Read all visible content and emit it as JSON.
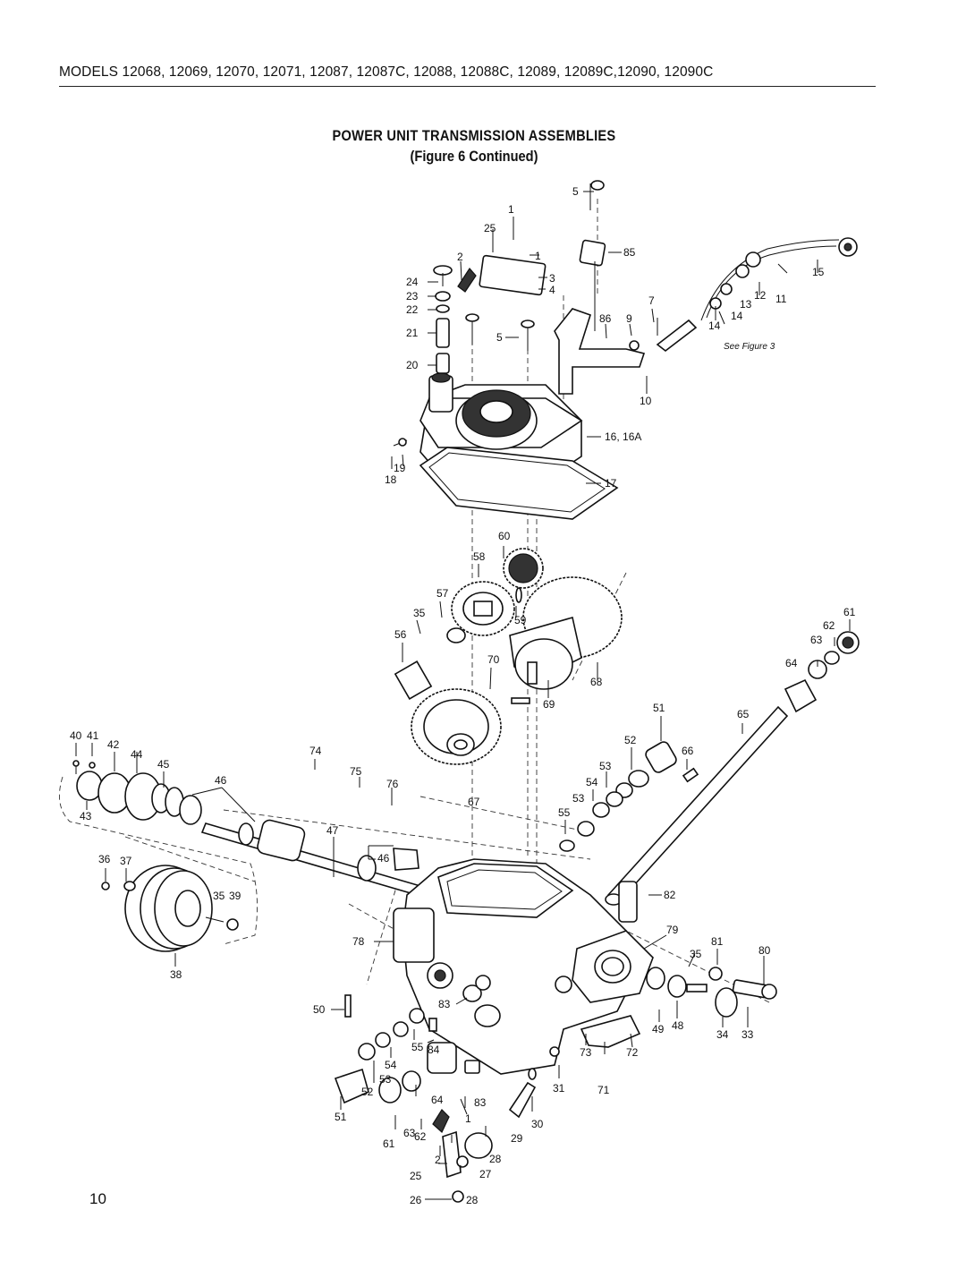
{
  "header": {
    "models": "MODELS 12068, 12069, 12070, 12071, 12087, 12087C, 12088, 12088C, 12089, 12089C,12090, 12090C"
  },
  "figure": {
    "title": "POWER UNIT TRANSMISSION ASSEMBLIES",
    "subtitle": "(Figure 6 Continued)",
    "note_see_figure": "See Figure 3"
  },
  "callouts": {
    "c1": "1",
    "c1b": "1",
    "c1c": "1",
    "c2": "2",
    "c2b": "2",
    "c3": "3",
    "c4": "4",
    "c5": "5",
    "c5b": "5",
    "c7": "7",
    "c9": "9",
    "c10": "10",
    "c11": "11",
    "c12": "12",
    "c13": "13",
    "c14": "14",
    "c14b": "14",
    "c15": "15",
    "c16": "16, 16A",
    "c17": "17",
    "c18": "18",
    "c19": "19",
    "c20": "20",
    "c21": "21",
    "c22": "22",
    "c23": "23",
    "c24": "24",
    "c25": "25",
    "c25b": "25",
    "c26": "26",
    "c27": "27",
    "c28": "28",
    "c28b": "28",
    "c29": "29",
    "c30": "30",
    "c31": "31",
    "c33": "33",
    "c34": "34",
    "c35": "35",
    "c35b": "35",
    "c35c": "35",
    "c36": "36",
    "c37": "37",
    "c38": "38",
    "c39": "39",
    "c40": "40",
    "c41": "41",
    "c42": "42",
    "c43": "43",
    "c44": "44",
    "c45": "45",
    "c46": "46",
    "c46b": "46",
    "c47": "47",
    "c48": "48",
    "c49": "49",
    "c50": "50",
    "c51": "51",
    "c51b": "51",
    "c52": "52",
    "c52b": "52",
    "c53": "53",
    "c53b": "53",
    "c53c": "53",
    "c54": "54",
    "c54b": "54",
    "c55": "55",
    "c55b": "55",
    "c56": "56",
    "c57": "57",
    "c58": "58",
    "c59": "59",
    "c60": "60",
    "c61": "61",
    "c61b": "61",
    "c62": "62",
    "c62b": "62",
    "c63": "63",
    "c63b": "63",
    "c64": "64",
    "c64b": "64",
    "c65": "65",
    "c66": "66",
    "c67": "67",
    "c68": "68",
    "c69": "69",
    "c70": "70",
    "c71": "71",
    "c72": "72",
    "c73": "73",
    "c74": "74",
    "c75": "75",
    "c76": "76",
    "c78": "78",
    "c79": "79",
    "c80": "80",
    "c81": "81",
    "c82": "82",
    "c83": "83",
    "c83b": "83",
    "c84": "84",
    "c85": "85",
    "c86": "86"
  },
  "page": {
    "number": "10"
  }
}
